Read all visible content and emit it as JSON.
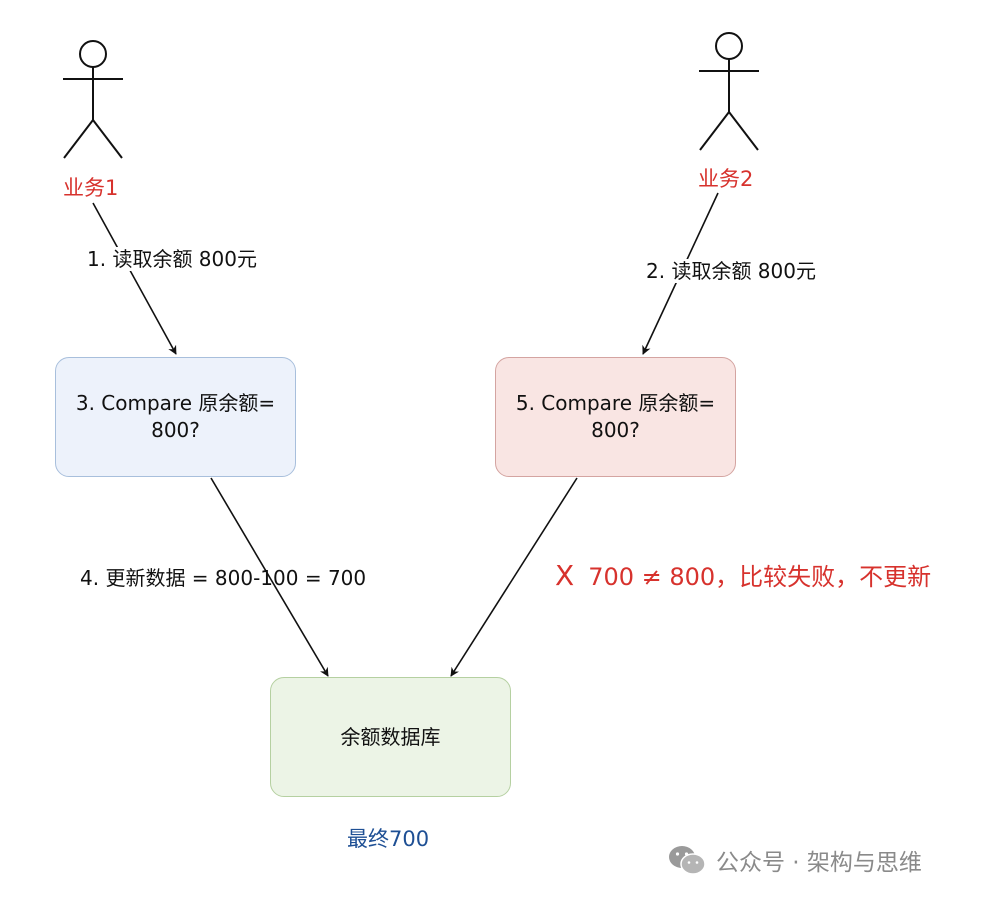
{
  "actors": {
    "left": {
      "label": "业务1"
    },
    "right": {
      "label": "业务2"
    }
  },
  "steps": {
    "read1": "1. 读取余额 800元",
    "read2": "2. 读取余额 800元",
    "update": "4. 更新数据 = 800-100 = 700"
  },
  "boxes": {
    "compare1": {
      "text": "3. Compare 原余额=\n800?",
      "fill": "#edf2fb",
      "stroke": "#a8bfdc"
    },
    "compare2": {
      "text": "5. Compare 原余额=\n800?",
      "fill": "#f9e5e3",
      "stroke": "#d4a4a1"
    },
    "database": {
      "text": "余额数据库",
      "fill": "#ecf4e6",
      "stroke": "#b5d0a1"
    }
  },
  "fail_note": {
    "mark": "X",
    "text": "700 ≠ 800，比较失败，不更新"
  },
  "final_note": "最终700",
  "watermark": {
    "text": "公众号 · 架构与思维"
  },
  "colors": {
    "alert": "#d7322d",
    "final": "#1e4f94",
    "line": "#111111"
  }
}
